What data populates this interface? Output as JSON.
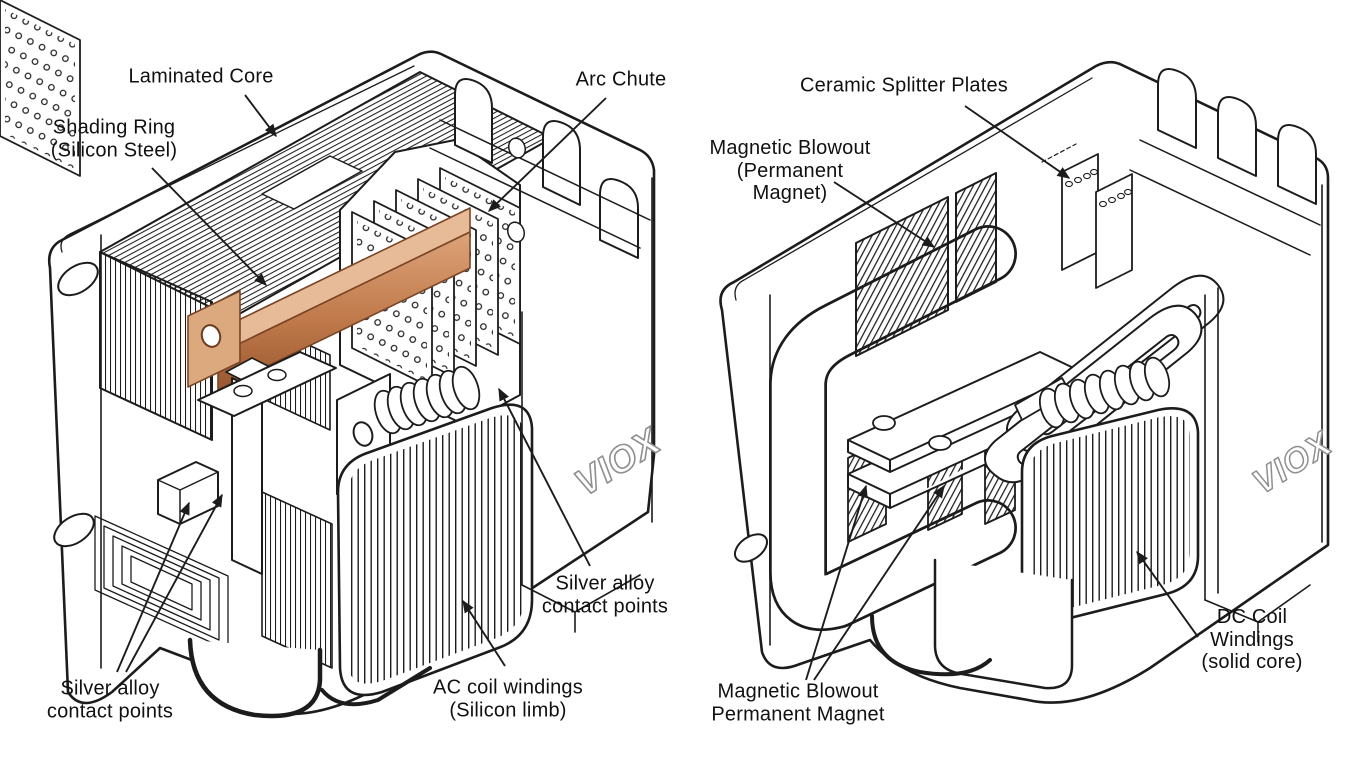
{
  "figure": {
    "type": "technical cutaway comparison diagram of AC and DC contactors",
    "background_color": "#ffffff",
    "line_color": "#1c1c1c",
    "copper_color": "#c9885c",
    "watermark_color": "#8f8f8f"
  },
  "left_figure": {
    "name": "AC contactor cutaway",
    "watermark": "VIOX",
    "labels": {
      "laminated_core": {
        "lines": [
          "Laminated Core"
        ]
      },
      "shading_ring": {
        "lines": [
          "Shading Ring",
          "(Silicon Steel)"
        ]
      },
      "arc_chute": {
        "lines": [
          "Arc Chute"
        ]
      },
      "silver_alloy_mid": {
        "lines": [
          "Silver alloy",
          "contact points"
        ]
      },
      "ac_coil_windings": {
        "lines": [
          "AC coil windings",
          "(Silicon limb)"
        ]
      },
      "silver_alloy_low": {
        "lines": [
          "Silver alloy",
          "contact points"
        ]
      }
    }
  },
  "right_figure": {
    "name": "DC contactor cutaway",
    "watermark": "VIOX",
    "labels": {
      "ceramic_splitter_plates": {
        "lines": [
          "Ceramic Splitter Plates"
        ]
      },
      "magnetic_blowout_upper": {
        "lines": [
          "Magnetic Blowout",
          "(Permanent",
          "Magnet)"
        ]
      },
      "magnetic_blowout_lower": {
        "lines": [
          "Magnetic Blowout",
          "Permanent Magnet"
        ]
      },
      "dc_coil_windings": {
        "lines": [
          "DC Coil",
          "Windings",
          "(solid core)"
        ]
      }
    }
  }
}
